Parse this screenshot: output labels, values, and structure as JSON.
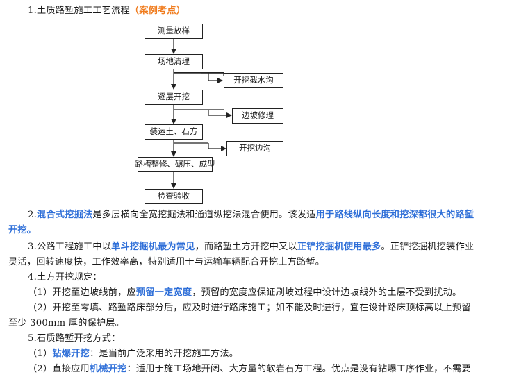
{
  "heading": {
    "prefix": "1.土质路堑施工工艺流程",
    "highlight": "（案例考点）"
  },
  "flowchart": {
    "main_steps": [
      "测量放样",
      "场地清理",
      "逐层开挖",
      "装运土、石方",
      "路槽整修、碾压、成型",
      "检查验收"
    ],
    "side_steps": [
      "开挖截水沟",
      "边坡修理",
      "开挖边沟"
    ]
  },
  "para2": {
    "num": "2.",
    "hl1": "混合式挖掘法",
    "t1": "是多层横向全宽挖掘法和通道纵挖法混合使用。该发适",
    "hl2": "用于路线纵向长度和挖深都很大的路堑",
    "hl3": "开挖。"
  },
  "para3": {
    "t1": "3.公路工程施工中以",
    "hl1": "单斗挖掘机最为常见",
    "t2": "，而路堑土方开挖中又以",
    "hl2": "正铲挖掘机使用最多",
    "t3": "。正铲挖掘机挖装作业",
    "t4": "灵活，回转速度快，工作效率高，特别适用于与运输车辆配合开挖土方路堑。"
  },
  "para4": {
    "title": "4.土方开挖规定：",
    "item1_a": "（1）开挖至边坡线前，应",
    "item1_hl": "预留一定宽度",
    "item1_b": "，预留的宽度应保证刷坡过程中设计边坡线外的土层不受到扰动。",
    "item2_a": "（2）开挖至零填、路堑路床部分后，应及时进行路床施工；如不能及时进行，宜在设计路床顶标高以上预留",
    "item2_b": "至少 300mm 厚的保护层。"
  },
  "para5": {
    "title": "5.石质路堑开挖方式：",
    "item1_a": "（1）",
    "item1_hl": "钻爆开挖",
    "item1_b": "：是当前广泛采用的开挖施工方法。",
    "item2_a": "（2）直接应用",
    "item2_hl": "机械开挖",
    "item2_b": "：适用于施工场地开阔、大方量的软岩石方工程。优点是没有钻爆工序作业，不需要"
  }
}
